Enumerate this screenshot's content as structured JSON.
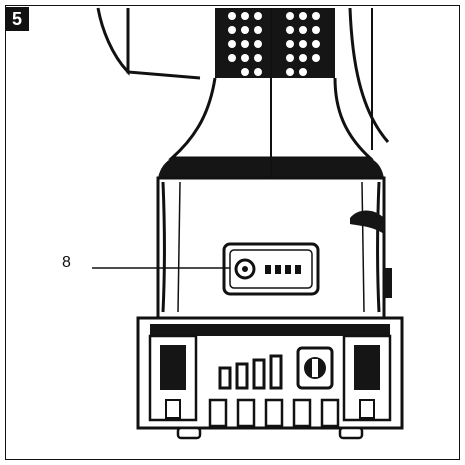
{
  "figure": {
    "number": "5"
  },
  "callouts": [
    {
      "label": "8",
      "target": "battery-charge-indicator"
    }
  ],
  "colors": {
    "ink": "#111111",
    "paper": "#ffffff"
  }
}
